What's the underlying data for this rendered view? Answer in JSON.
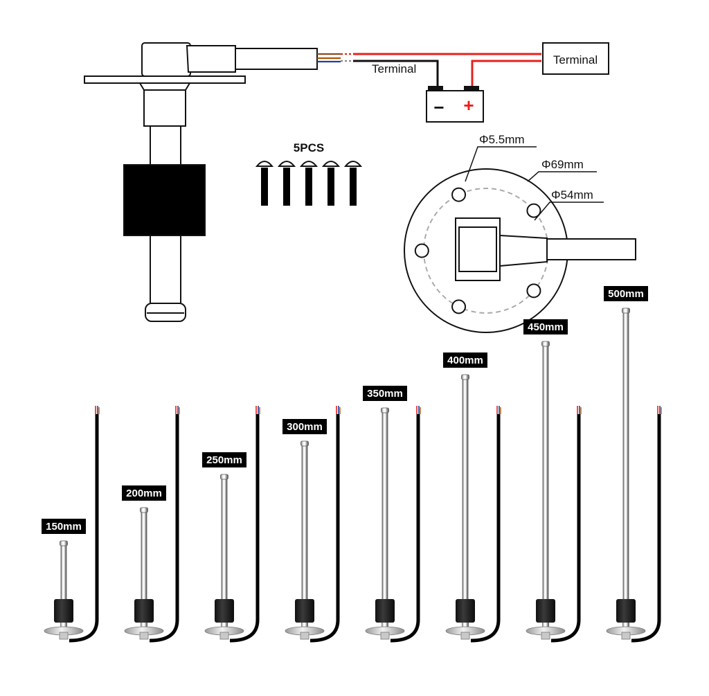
{
  "wiring": {
    "terminal_left": "Terminal",
    "terminal_right": "Terminal",
    "battery_minus": "−",
    "battery_plus": "+",
    "wire_red": "#e8201c",
    "wire_black": "#111111"
  },
  "screws": {
    "label": "5PCS",
    "count": 5
  },
  "flange": {
    "hole_label": "Φ5.5mm",
    "outer_label": "Φ69mm",
    "inner_label": "Φ54mm"
  },
  "sizes": [
    {
      "label": "150mm"
    },
    {
      "label": "200mm"
    },
    {
      "label": "250mm"
    },
    {
      "label": "300mm"
    },
    {
      "label": "350mm"
    },
    {
      "label": "400mm"
    },
    {
      "label": "450mm"
    },
    {
      "label": "500mm"
    }
  ]
}
